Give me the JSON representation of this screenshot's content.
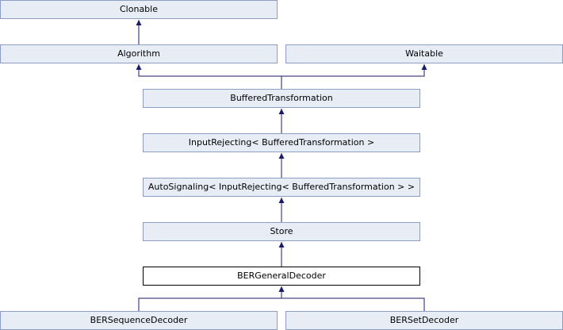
{
  "diagram": {
    "nodes": {
      "clonable": "Clonable",
      "algorithm": "Algorithm",
      "waitable": "Waitable",
      "buffered_transformation": "BufferedTransformation",
      "input_rejecting": "InputRejecting< BufferedTransformation >",
      "auto_signaling": "AutoSignaling< InputRejecting< BufferedTransformation > >",
      "store": "Store",
      "ber_general_decoder": "BERGeneralDecoder",
      "ber_sequence_decoder": "BERSequenceDecoder",
      "ber_set_decoder": "BERSetDecoder"
    },
    "edges": [
      {
        "from": "algorithm",
        "to": "clonable"
      },
      {
        "from": "buffered_transformation",
        "to": "algorithm"
      },
      {
        "from": "buffered_transformation",
        "to": "waitable"
      },
      {
        "from": "input_rejecting",
        "to": "buffered_transformation"
      },
      {
        "from": "auto_signaling",
        "to": "input_rejecting"
      },
      {
        "from": "store",
        "to": "auto_signaling"
      },
      {
        "from": "ber_general_decoder",
        "to": "store"
      },
      {
        "from": "ber_sequence_decoder",
        "to": "ber_general_decoder"
      },
      {
        "from": "ber_set_decoder",
        "to": "ber_general_decoder"
      }
    ],
    "colors": {
      "node_fill": "#e8edf5",
      "node_border": "#8e9cc8",
      "current_fill": "#ffffff",
      "current_border": "#000000",
      "edge": "#1a1a6e"
    }
  }
}
